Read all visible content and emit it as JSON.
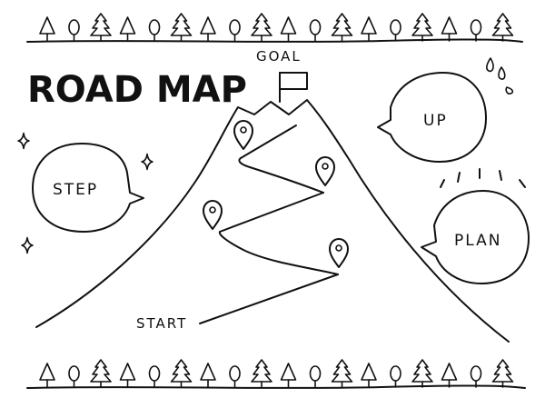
{
  "title": "ROAD MAP",
  "labels": {
    "goal": "GOAL",
    "start": "START",
    "step": "STEP",
    "up": "UP",
    "plan": "PLAN"
  },
  "colors": {
    "ink": "#111111",
    "background": "#ffffff"
  },
  "icons": [
    "tree-icon",
    "location-pin-icon",
    "flag-icon",
    "sparkle-icon",
    "speech-bubble"
  ]
}
